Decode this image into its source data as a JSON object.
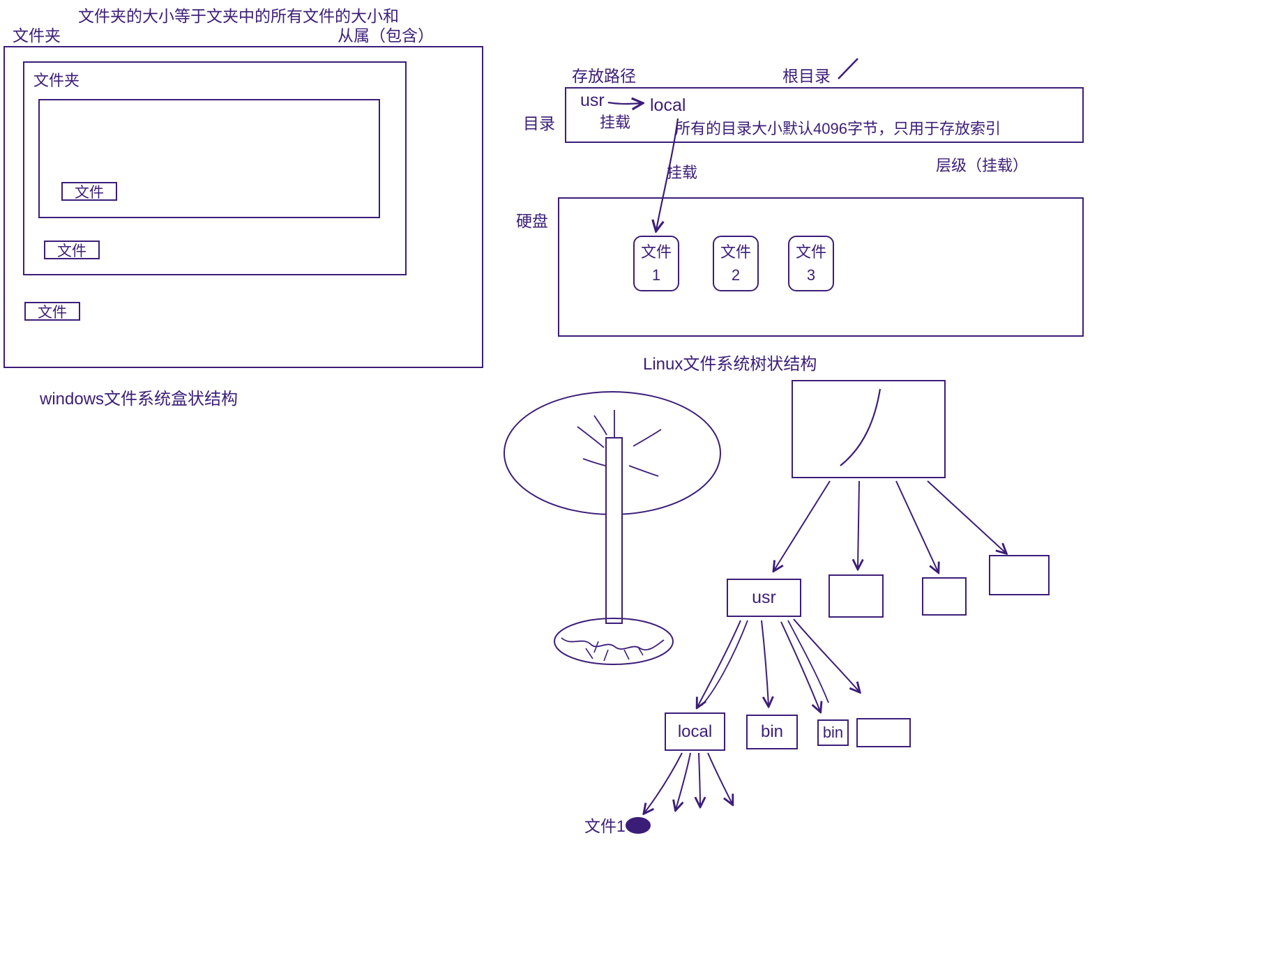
{
  "colors": {
    "ink": "#3b1d78",
    "background": "#ffffff"
  },
  "windows_diagram": {
    "top_note": "文件夹的大小等于文夹中的所有文件的大小和",
    "outer_folder_label": "文件夹",
    "containment_label": "从属（包含）",
    "inner_folder_label": "文件夹",
    "file_label_1": "文件",
    "file_label_2": "文件",
    "file_label_3": "文件",
    "caption": "windows文件系统盒状结构"
  },
  "linux_diagram": {
    "path_label": "存放路径",
    "root_dir_label": "根目录",
    "dir_label": "目录",
    "usr_label": "usr",
    "mount_label_top": "挂载",
    "local_label": "local",
    "dir_size_note": "所有的目录大小默认4096字节，只用于存放索引",
    "mount_label_mid": "挂载",
    "hierarchy_label": "层级（挂载）",
    "disk_label": "硬盘",
    "files": [
      {
        "line1": "文件",
        "line2": "1"
      },
      {
        "line1": "文件",
        "line2": "2"
      },
      {
        "line1": "文件",
        "line2": "3"
      }
    ],
    "caption": "Linux文件系统树状结构"
  },
  "tree_diagram": {
    "usr_label": "usr",
    "local_label": "local",
    "bin_label_1": "bin",
    "bin_label_2": "bin",
    "file1_label": "文件1"
  }
}
